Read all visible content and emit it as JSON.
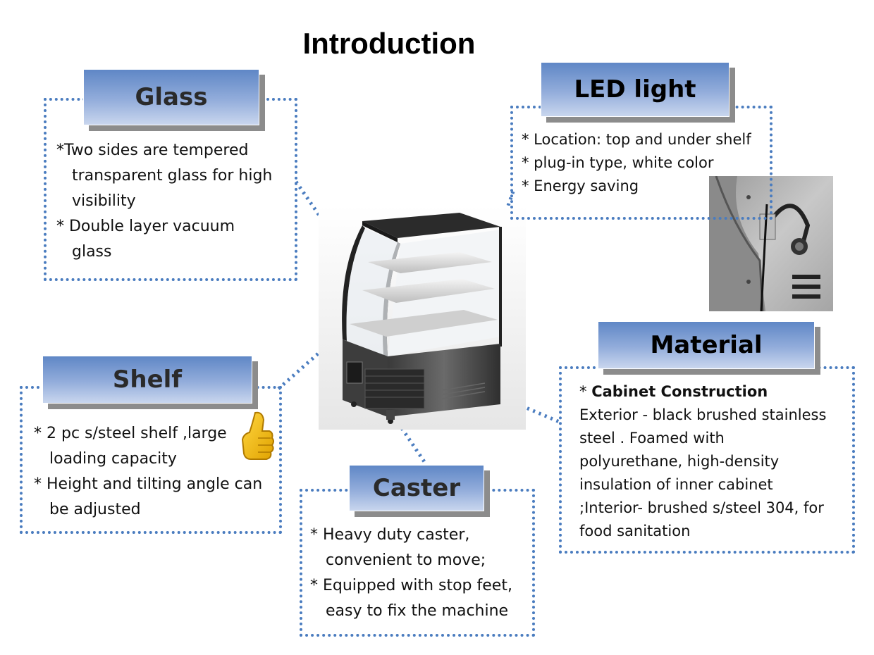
{
  "page_title": "Introduction",
  "sections": {
    "glass": {
      "heading": "Glass",
      "lines": [
        "*Two sides are tempered",
        "transparent glass for high",
        "visibility",
        "* Double layer vacuum",
        "glass"
      ]
    },
    "led": {
      "heading": "LED light",
      "lines": [
        "* Location: top and under shelf",
        "* plug-in type, white color",
        "* Energy saving"
      ]
    },
    "shelf": {
      "heading": "Shelf",
      "lines": [
        "* 2 pc s/steel shelf ,large",
        "loading capacity",
        "* Height and tilting angle can",
        "be adjusted"
      ]
    },
    "caster": {
      "heading": "Caster",
      "lines": [
        "* Heavy duty caster,",
        "convenient to move;",
        "* Equipped with stop feet,",
        "easy to fix the machine"
      ]
    },
    "material": {
      "heading": "Material",
      "bold_prefix": "* ",
      "bold_label": "Cabinet Construction",
      "lines": [
        "Exterior - black brushed stainless",
        "steel . Foamed with",
        "polyurethane, high-density",
        "insulation of inner cabinet",
        ";Interior- brushed s/steel 304, for",
        "food sanitation"
      ]
    }
  },
  "colors": {
    "dotted_border": "#4a7cbf",
    "header_gradient_top": "#5f87c6",
    "header_gradient_bottom": "#c9d6ee",
    "header_shadow": "#8c8c8c"
  },
  "icons": {
    "thumb": "thumbs-up-icon"
  }
}
